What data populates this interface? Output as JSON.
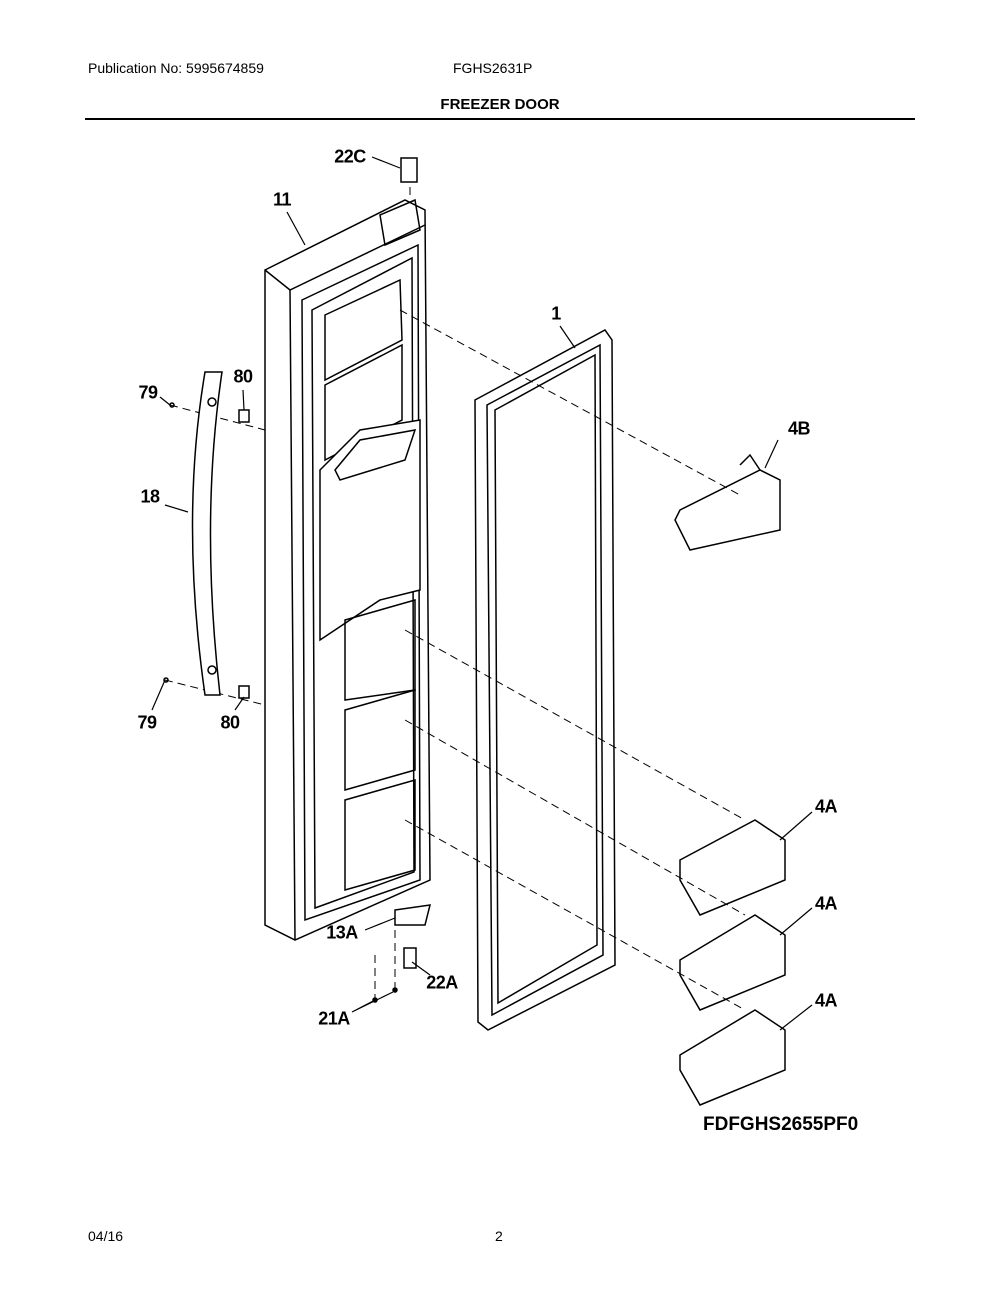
{
  "header": {
    "publication": "Publication No: 5995674859",
    "model": "FGHS2631P",
    "title": "FREEZER DOOR"
  },
  "diagram": {
    "callouts": [
      {
        "id": "22C"
      },
      {
        "id": "11"
      },
      {
        "id": "1"
      },
      {
        "id": "80"
      },
      {
        "id": "79"
      },
      {
        "id": "4B"
      },
      {
        "id": "18"
      },
      {
        "id": "79"
      },
      {
        "id": "80"
      },
      {
        "id": "4A"
      },
      {
        "id": "4A"
      },
      {
        "id": "4A"
      },
      {
        "id": "13A"
      },
      {
        "id": "22A"
      },
      {
        "id": "21A"
      }
    ],
    "drawing_code": "FDFGHS2655PF0"
  },
  "footer": {
    "date": "04/16",
    "page": "2"
  }
}
